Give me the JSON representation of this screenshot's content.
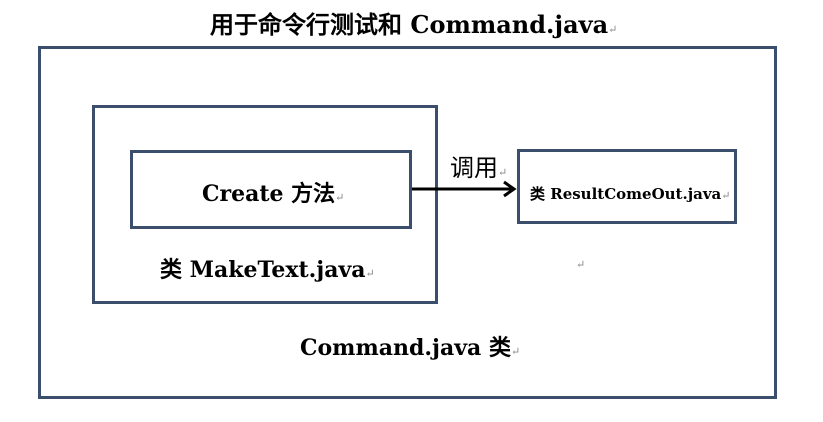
{
  "title": "用于命令行测试和 Command.java",
  "outer_label": "Command.java 类",
  "makertext_label": "类 MakeText.java",
  "create_label": "Create 方法",
  "call_label": "调用",
  "result_label": "类 ResultComeOut.java",
  "para_mark": "↵",
  "colors": {
    "border": "#3b4e6b",
    "arrow": "#000000"
  }
}
